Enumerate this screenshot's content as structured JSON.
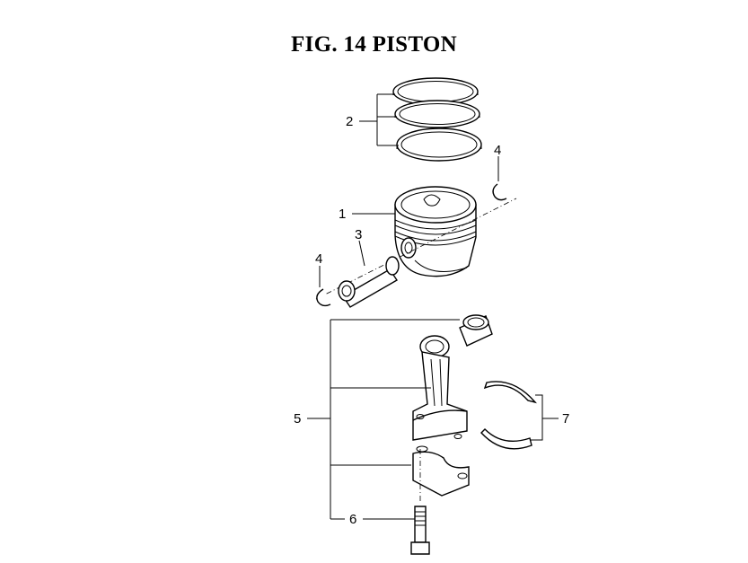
{
  "title": "FIG. 14  PISTON",
  "callouts": {
    "c1": "1",
    "c2": "2",
    "c3": "3",
    "c4a": "4",
    "c4b": "4",
    "c5": "5",
    "c6": "6",
    "c7": "7"
  }
}
